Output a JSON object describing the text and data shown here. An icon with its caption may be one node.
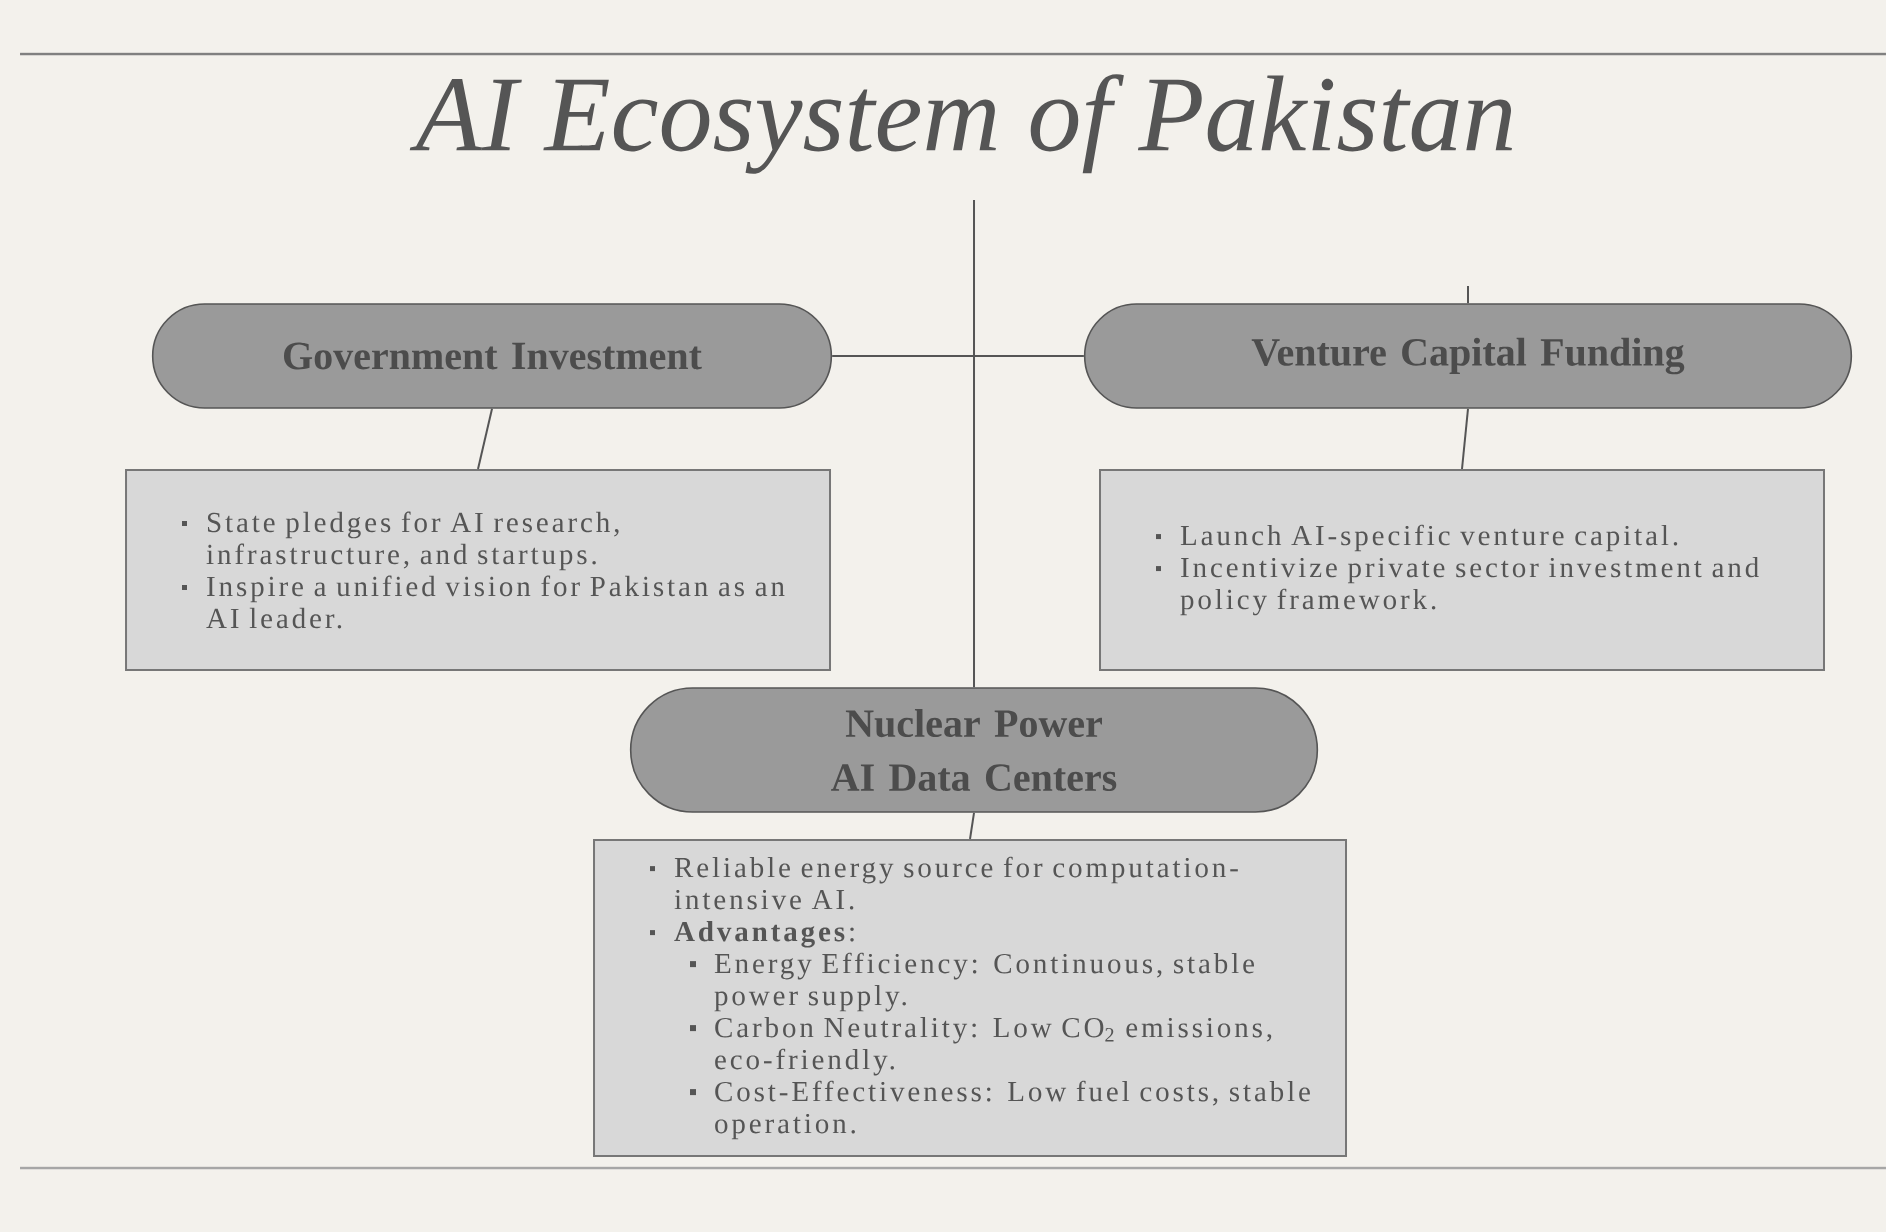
{
  "diagram": {
    "title": "AI Ecosystem of Pakistan",
    "nodes": [
      {
        "text": [
          "Government Investment"
        ]
      },
      {
        "text": [
          "State pledges for AI research, infrastructure, and startups.",
          "Inspire a unified vision for Pakistan as an AI leader."
        ]
      },
      {
        "text": [
          "Venture Capital Funding"
        ]
      },
      {
        "text": [
          "Launch AI-specific venture capital.",
          "Incentivize private sector investment and policy framework."
        ]
      },
      {
        "text": [
          "Nuclear Power AI Data Centers"
        ]
      },
      {
        "text": [
          "Reliable energy source for computation-intensive AI.",
          "**Advantages**:",
          "Energy Efficiency: Continuous, stable power supply.",
          "Carbon Neutrality: Low CO$_{2}$ emissions, eco-friendly.",
          "Cost-Effectiveness: Low fuel costs, stable operation."
        ]
      }
    ],
    "edges": [
      {
        "from": 0,
        "to": 1,
        "arrow": "none"
      },
      {
        "from": 0,
        "to": 2,
        "arrow": "none"
      },
      {
        "from": 2,
        "to": 3,
        "arrow": "none"
      },
      {
        "from": null,
        "to": 4,
        "arrow": "none"
      },
      {
        "from": null,
        "to": 2,
        "arrow": "none"
      },
      {
        "from": 4,
        "to": 5,
        "arrow": "none"
      }
    ]
  }
}
